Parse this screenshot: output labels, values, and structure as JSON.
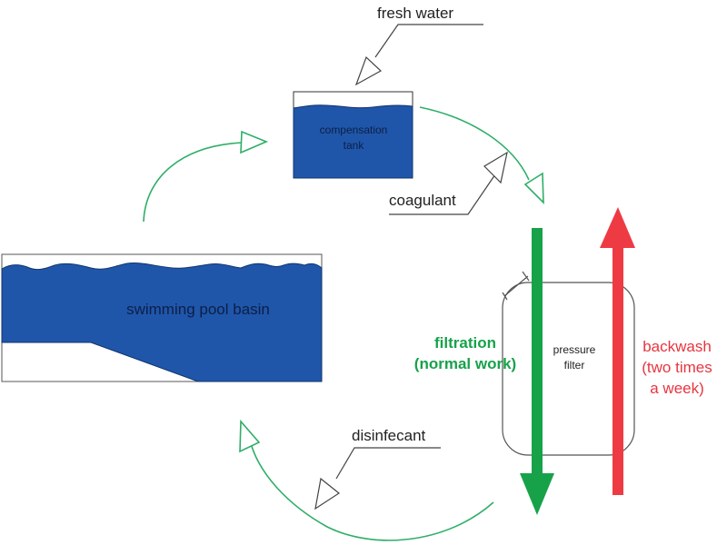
{
  "diagram": {
    "title": "Swimming pool water circulation",
    "colors": {
      "water": "#1f56aa",
      "water_text": "#0d1f47",
      "flow": "#2fae68",
      "filtration": "#17a24a",
      "backwash": "#ee3b43",
      "outline": "#444444",
      "text": "#222222"
    },
    "nodes": {
      "pool": {
        "label": "swimming pool basin"
      },
      "tank": {
        "label_line1": "compensation",
        "label_line2": "tank"
      },
      "filter": {
        "label_line1": "pressure",
        "label_line2": "filter"
      }
    },
    "inputs": {
      "fresh_water": "fresh water",
      "coagulant": "coagulant",
      "disinfectant": "disinfecant"
    },
    "flows": {
      "filtration": {
        "line1": "filtration",
        "line2": "(normal work)"
      },
      "backwash": {
        "line1": "backwash",
        "line2": "(two times",
        "line3": "a week)"
      }
    }
  }
}
